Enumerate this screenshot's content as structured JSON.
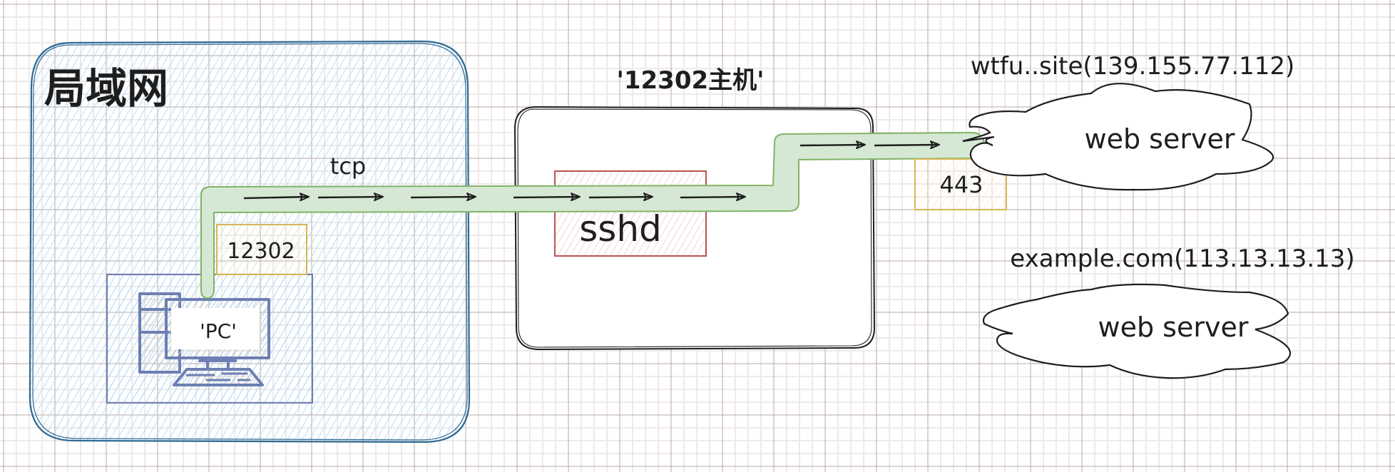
{
  "diagram": {
    "lan_group": {
      "label": "局域网",
      "stroke_color": "#2f6a94",
      "fill_color": "#a5d8ff"
    },
    "pc": {
      "label": "'PC'",
      "icon": "desktop-computer-icon",
      "icon_color": "#6d7fb3",
      "frame_color": "#6d7fb3"
    },
    "local_port": {
      "label": "12302",
      "color": "#d6b656",
      "fill_color": "#fff2cc"
    },
    "host": {
      "title": "'12302主机'",
      "stroke_color": "#1e1e1e"
    },
    "sshd": {
      "label": "sshd",
      "stroke_color": "#b85450",
      "fill_color": "#f8cecc"
    },
    "tunnel": {
      "label": "tcp",
      "fill_color": "#d5e8d4",
      "stroke_color": "#82b366",
      "arrow_count": 8
    },
    "remote_port": {
      "label": "443",
      "color": "#d6b656",
      "fill_color": "#fff2cc"
    },
    "servers": [
      {
        "title": "wtfu..site(139.155.77.112)",
        "label": "web server"
      },
      {
        "title": "example.com(113.13.13.13)",
        "label": "web server"
      }
    ],
    "grid": {
      "minor_color": "#efe9e9",
      "major_color": "#b9aaa6"
    }
  }
}
